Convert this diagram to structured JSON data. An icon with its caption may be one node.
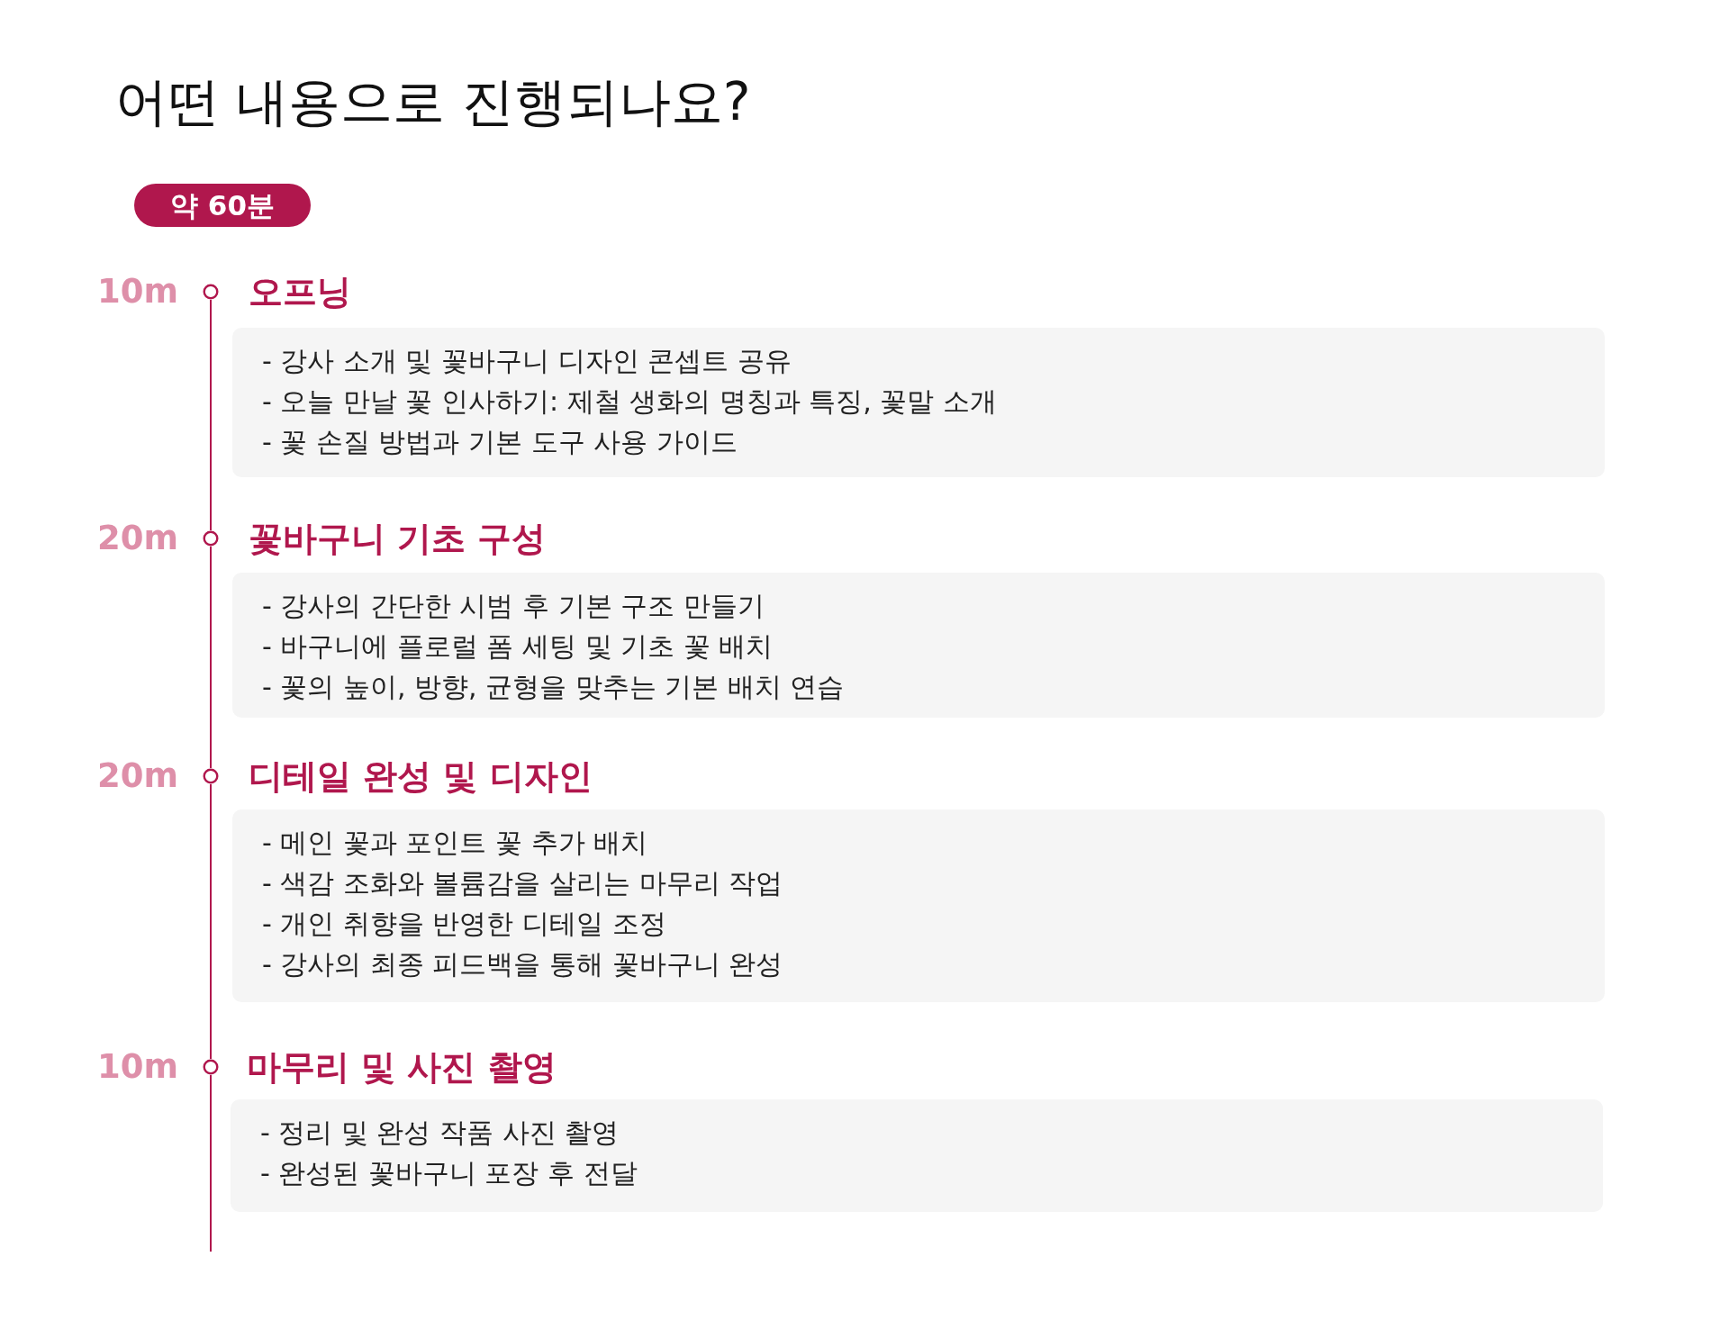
{
  "diagram": {
    "title": "어떤 내용으로 진행되나요?",
    "nodes": [
      {
        "text": [
          "약 60분"
        ]
      },
      {
        "text": [],
        "shape": "circle",
        "beside": [
          "10m"
        ]
      },
      {
        "text": [
          "오프닝",
          "- 강사 소개 및 꽃바구니 디자인 콘셉트 공유",
          "- 오늘 만날 꽃 인사하기: 제철 생화의 명칭과 특징, 꽃말 소개",
          "- 꽃 손질 방법과 기본 도구 사용 가이드"
        ]
      },
      {
        "text": [],
        "shape": "circle",
        "beside": [
          "20m"
        ]
      },
      {
        "text": [
          "꽃바구니 기초 구성",
          "- 강사의 간단한 시범 후 기본 구조 만들기",
          "- 바구니에 플로럴 폼 세팅 및 기초 꽃 배치",
          "- 꽃의 높이, 방향, 균형을 맞추는 기본 배치 연습"
        ]
      },
      {
        "text": [],
        "shape": "circle",
        "beside": [
          "20m"
        ]
      },
      {
        "text": [
          "디테일 완성 및 디자인",
          "- 메인 꽃과 포인트 꽃 추가 배치",
          "- 색감 조화와 볼륨감을 살리는 마무리 작업",
          "- 개인 취향을 반영한 디테일 조정",
          "- 강사의 최종 피드백을 통해 꽃바구니 완성"
        ]
      },
      {
        "text": [],
        "shape": "circle",
        "beside": [
          "10m"
        ]
      },
      {
        "text": [
          "마무리 및 사진 촬영",
          "- 정리 및 완성 작품 사진 촬영",
          "- 완성된 꽃바구니 포장 후 전달"
        ]
      }
    ],
    "edges": [
      {
        "from": 1,
        "to": 3,
        "arrow": "none"
      },
      {
        "from": 3,
        "to": 5,
        "arrow": "none"
      },
      {
        "from": 5,
        "to": 7,
        "arrow": "none"
      },
      {
        "from": 7,
        "to": null,
        "arrow": "none"
      }
    ]
  }
}
